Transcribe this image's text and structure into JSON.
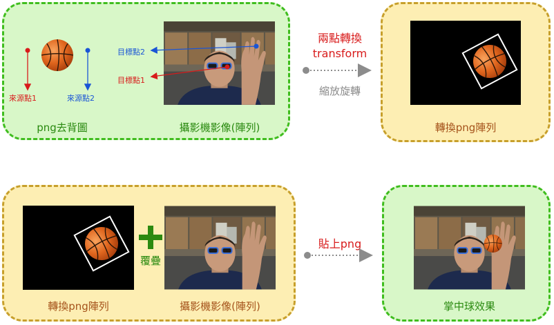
{
  "colors": {
    "green_fill": "#d8f7c8",
    "green_border": "#3fbd1e",
    "yellow_fill": "#fdeeb3",
    "yellow_border": "#c79f2b",
    "red": "#d81b1b",
    "blue": "#1a55d6",
    "gray": "#8c8c8c",
    "dark_green": "#2a8a10"
  },
  "top_left_box": {
    "png_caption": "png去背圖",
    "camera_caption": "攝影機影像(陣列)",
    "source_point_1": "來源點1",
    "source_point_2": "來源點2",
    "target_point_1": "目標點1",
    "target_point_2": "目標點2"
  },
  "top_arrow": {
    "title_line1": "兩點轉換",
    "title_line2": "transform",
    "subtitle": "縮放旋轉"
  },
  "top_right_box": {
    "caption": "轉換png陣列"
  },
  "bottom_left_box": {
    "left_caption": "轉換png陣列",
    "plus_label": "覆疊",
    "right_caption": "攝影機影像(陣列)"
  },
  "bottom_arrow": {
    "title": "貼上png"
  },
  "bottom_right_box": {
    "caption": "掌中球效果"
  }
}
